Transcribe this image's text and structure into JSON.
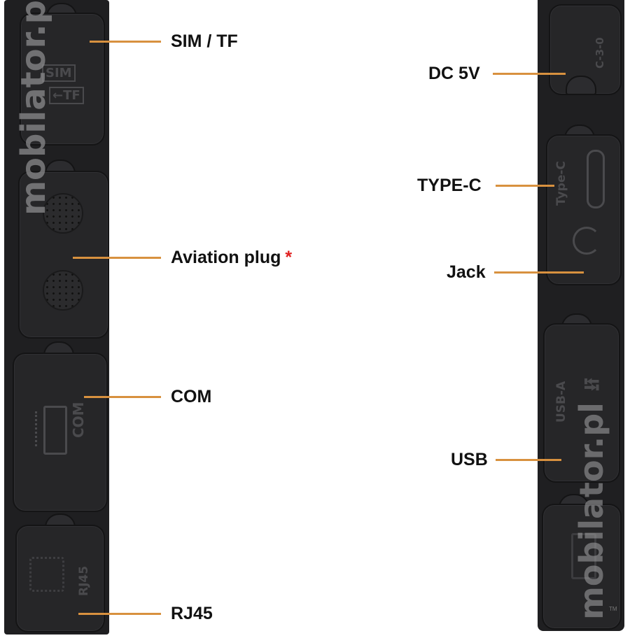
{
  "callouts": {
    "sim_tf": "SIM / TF",
    "aviation": "Aviation plug",
    "aviation_mark": "*",
    "com": "COM",
    "rj45": "RJ45",
    "dc5v": "DC 5V",
    "typec": "TYPE-C",
    "jack": "Jack",
    "usb": "USB"
  },
  "engravings": {
    "sim": "SIM",
    "tf": "←TF",
    "com": "COM",
    "rj45": "RJ45",
    "dc": "C-3-0",
    "typec": "Type-C",
    "usba": "USB-A"
  },
  "watermark": "mobilator.pl",
  "watermark_tm": "TM",
  "colors": {
    "callout_line": "#d8913f",
    "asterisk": "#e02020",
    "device_body": "#1f1f21"
  }
}
